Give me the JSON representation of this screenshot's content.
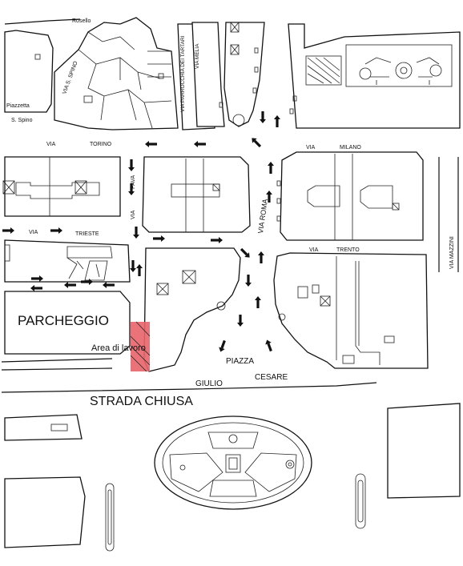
{
  "map": {
    "labels": {
      "rosello": "Rosello",
      "via_s_spino": "VIA S. SPINO",
      "piazzetta": "Piazzetta",
      "s_spino": "S. Spino",
      "via_parrocchia": "VIA PARROCCHIA DEI TARTARI",
      "via_melia": "VIA MELIA",
      "via_torino_1": "VIA",
      "via_torino_2": "TORINO",
      "via_milano_1": "VIA",
      "via_milano_2": "MILANO",
      "via_pava": "PAVA",
      "via_via": "VIA",
      "via_roma": "VIA ROMA",
      "via_trieste_1": "VIA",
      "via_trieste_2": "TRIESTE",
      "via_trento_1": "VIA",
      "via_trento_2": "TRENTO",
      "via_mazzini": "VIA MAZZINI",
      "parcheggio": "PARCHEGGIO",
      "area_lavoro": "Area di lavoro",
      "piazza": "PIAZZA",
      "giulio": "GIULIO",
      "cesare": "CESARE",
      "strada_chiusa": "STRADA CHIUSA"
    },
    "colors": {
      "work_area": "#e8646c",
      "ink": "#111111"
    }
  }
}
